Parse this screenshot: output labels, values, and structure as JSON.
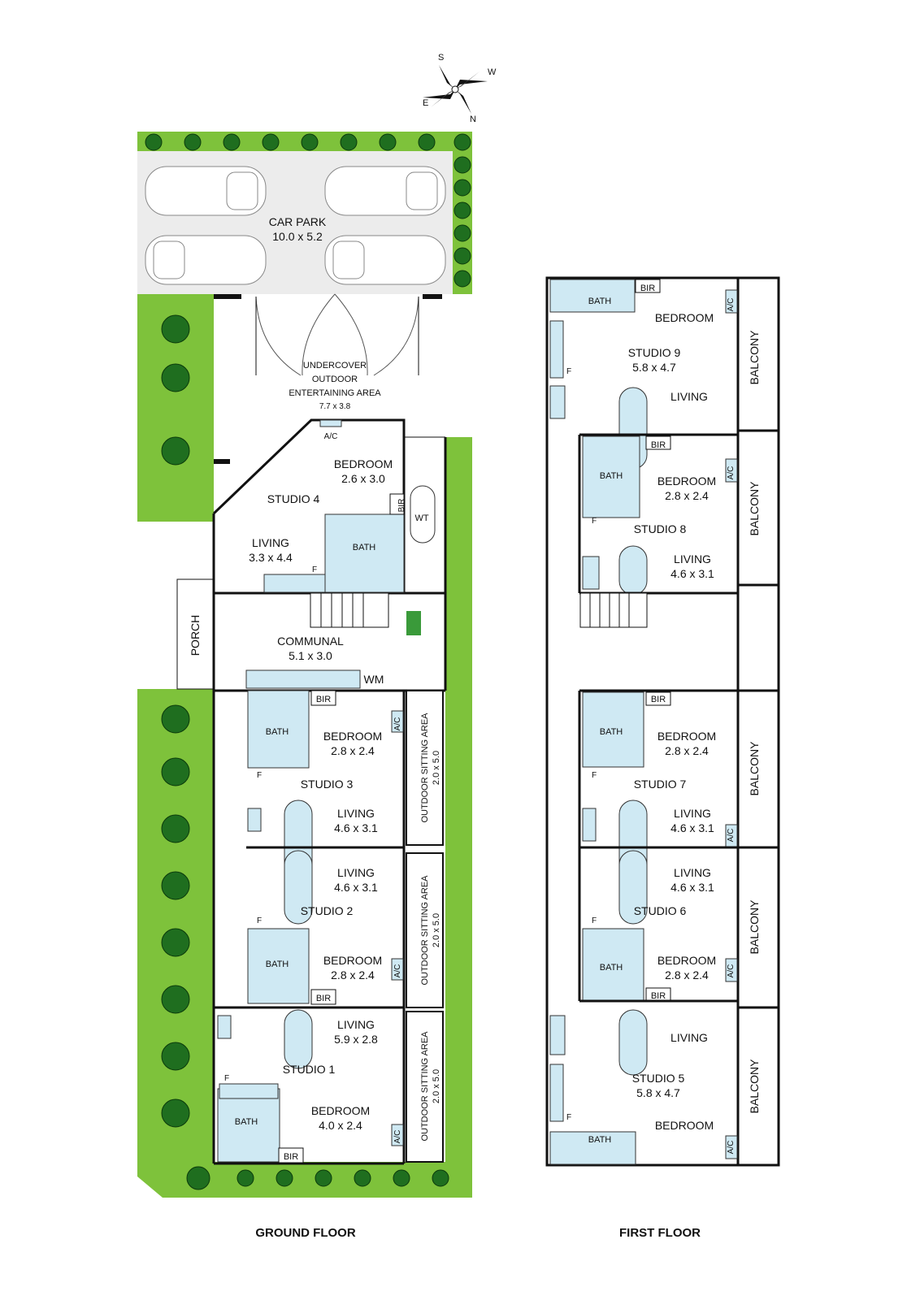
{
  "compass": {
    "s": "S",
    "w": "W",
    "e": "E",
    "n": "N"
  },
  "ground_floor": {
    "caption": "GROUND FLOOR",
    "car_park": {
      "name": "CAR PARK",
      "size": "10.0 x 5.2"
    },
    "entertaining": {
      "l1": "UNDERCOVER",
      "l2": "OUTDOOR",
      "l3": "ENTERTAINING AREA",
      "size": "7.7 x 3.8"
    },
    "studio4": {
      "name": "STUDIO 4",
      "bedroom": "BEDROOM",
      "bedroom_size": "2.6 x 3.0",
      "living": "LIVING",
      "living_size": "3.3 x 4.4",
      "bath": "BATH",
      "bir": "BIR",
      "ac": "A/C",
      "f": "F",
      "wt": "WT"
    },
    "porch": "PORCH",
    "communal": {
      "name": "COMMUNAL",
      "size": "5.1 x 3.0",
      "wm": "WM"
    },
    "studio3": {
      "name": "STUDIO 3",
      "bedroom": "BEDROOM",
      "bedroom_size": "2.8 x 2.4",
      "living": "LIVING",
      "living_size": "4.6 x 3.1",
      "bath": "BATH",
      "bir": "BIR",
      "ac": "A/C",
      "f": "F"
    },
    "studio2": {
      "name": "STUDIO 2",
      "bedroom": "BEDROOM",
      "bedroom_size": "2.8 x 2.4",
      "living": "LIVING",
      "living_size": "4.6 x 3.1",
      "bath": "BATH",
      "bir": "BIR",
      "ac": "A/C",
      "f": "F"
    },
    "studio1": {
      "name": "STUDIO 1",
      "bedroom": "BEDROOM",
      "bedroom_size": "4.0 x 2.4",
      "living": "LIVING",
      "living_size": "5.9 x 2.8",
      "bath": "BATH",
      "bir": "BIR",
      "ac": "A/C",
      "f": "F"
    },
    "outdoor_sitting": {
      "label": "OUTDOOR SITTING AREA",
      "size": "2.0 x 5.0"
    }
  },
  "first_floor": {
    "caption": "FIRST FLOOR",
    "studio9": {
      "name": "STUDIO 9",
      "size": "5.8 x 4.7",
      "bedroom": "BEDROOM",
      "living": "LIVING",
      "bath": "BATH",
      "bir": "BIR",
      "ac": "A/C",
      "f": "F"
    },
    "studio8": {
      "name": "STUDIO 8",
      "bedroom": "BEDROOM",
      "bedroom_size": "2.8 x 2.4",
      "living": "LIVING",
      "living_size": "4.6 x 3.1",
      "bath": "BATH",
      "bir": "BIR",
      "ac": "A/C",
      "f": "F"
    },
    "studio7": {
      "name": "STUDIO 7",
      "bedroom": "BEDROOM",
      "bedroom_size": "2.8 x 2.4",
      "living": "LIVING",
      "living_size": "4.6 x 3.1",
      "bath": "BATH",
      "bir": "BIR",
      "ac": "A/C",
      "f": "F"
    },
    "studio6": {
      "name": "STUDIO 6",
      "bedroom": "BEDROOM",
      "bedroom_size": "2.8 x 2.4",
      "living": "LIVING",
      "living_size": "4.6 x 3.1",
      "bath": "BATH",
      "bir": "BIR",
      "ac": "A/C",
      "f": "F"
    },
    "studio5": {
      "name": "STUDIO 5",
      "size": "5.8 x 4.7",
      "bedroom": "BEDROOM",
      "living": "LIVING",
      "bath": "BATH",
      "ac": "A/C",
      "f": "F"
    },
    "balcony": "BALCONY"
  }
}
